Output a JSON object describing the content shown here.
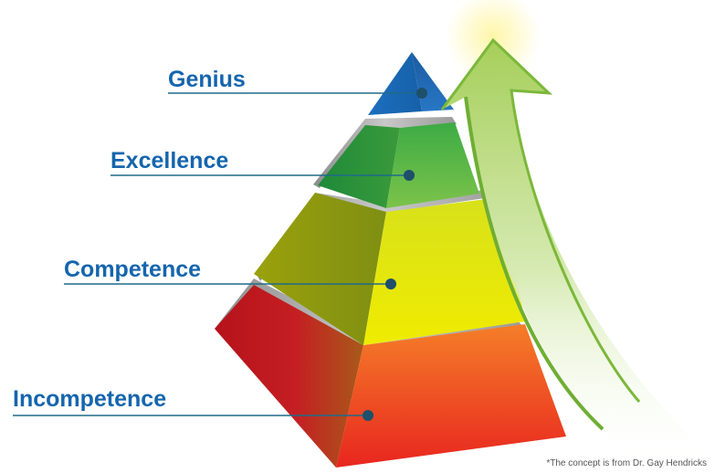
{
  "levels": [
    {
      "label": "Genius",
      "color": "#1a63b0"
    },
    {
      "label": "Excellence",
      "color": "#2e9e3c"
    },
    {
      "label": "Competence",
      "color": "#d6d60a"
    },
    {
      "label": "Incompetence",
      "color": "#e8261f"
    }
  ],
  "colors": {
    "label_text": "#1565ad",
    "leader_line": "#1f6a8a",
    "marker_dot": "#1e4f6b",
    "arrow": "#8cc63f"
  },
  "footnote": "*The concept is from Dr. Gay Hendricks"
}
